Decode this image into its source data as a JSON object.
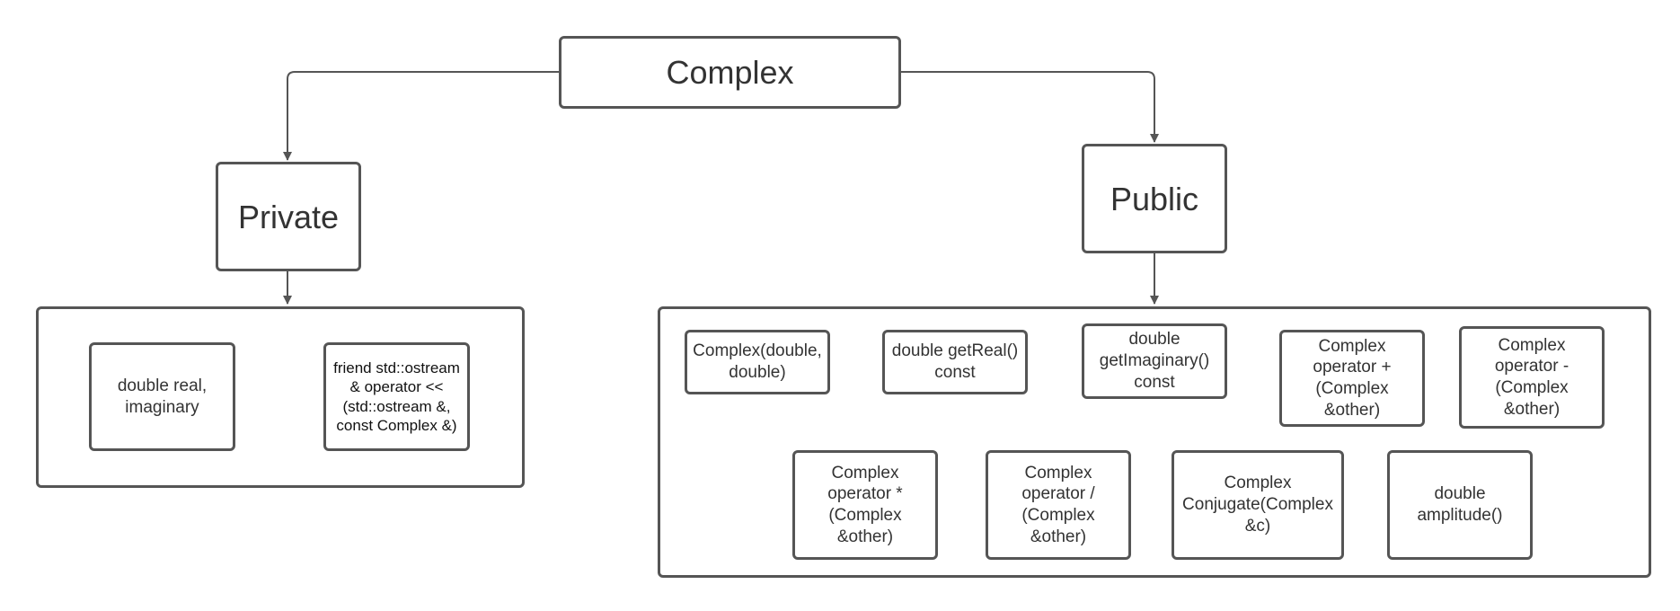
{
  "diagram": {
    "root": {
      "label": "Complex"
    },
    "private": {
      "label": "Private",
      "members": [
        "double real,\nimaginary",
        "friend std::ostream\n& operator <<\n(std::ostream &,\nconst Complex &)"
      ]
    },
    "public": {
      "label": "Public",
      "members": [
        "Complex(double,\ndouble)",
        "double getReal()\nconst",
        "double\ngetImaginary()\nconst",
        "Complex\noperator +\n(Complex\n&other)",
        "Complex\noperator -\n(Complex\n&other)",
        "Complex\noperator *\n(Complex\n&other)",
        "Complex\noperator /\n(Complex\n&other)",
        "Complex\nConjugate(Complex\n&c)",
        "double\namplitude()"
      ]
    },
    "colors": {
      "stroke": "#555555",
      "text": "#333333",
      "background": "#ffffff"
    }
  }
}
